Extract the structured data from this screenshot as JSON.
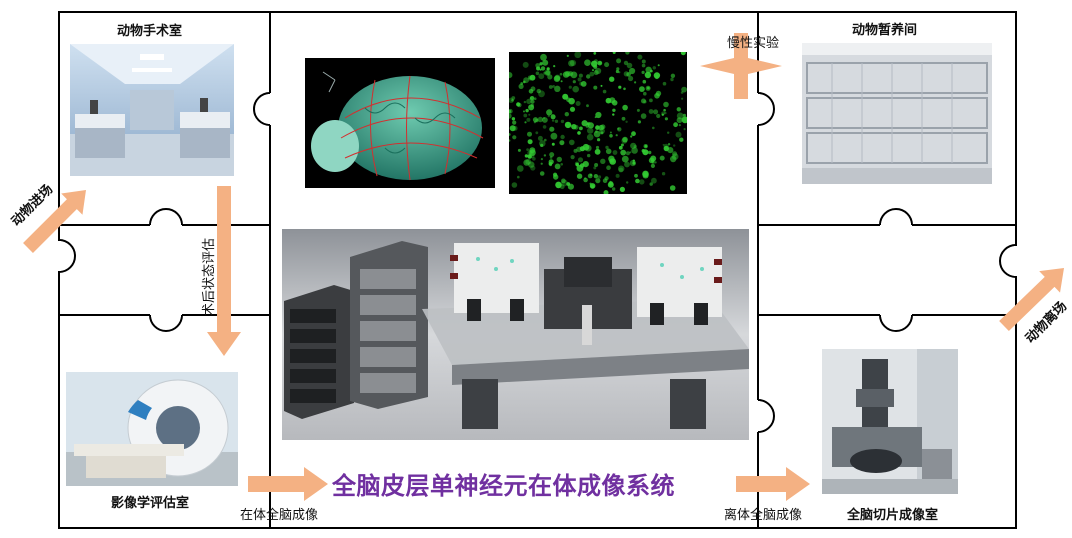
{
  "rooms": {
    "surgery": "动物手术室",
    "housing": "动物暂养间",
    "imaging_eval": "影像学评估室",
    "slice_imaging": "全脑切片成像室"
  },
  "flows": {
    "enter": "动物进场",
    "leave": "动物离场",
    "postop": "术后状态评估",
    "chronic": "慢性实验",
    "in_vivo": "在体全脑成像",
    "ex_vivo": "离体全脑成像"
  },
  "center_title": "全脑皮层单神经元在体成像系统",
  "colors": {
    "arrow": "#f4b183",
    "title": "#7030a0",
    "wall": "#000000",
    "brain": "#4aa88a",
    "neuron": "#33cc33"
  }
}
